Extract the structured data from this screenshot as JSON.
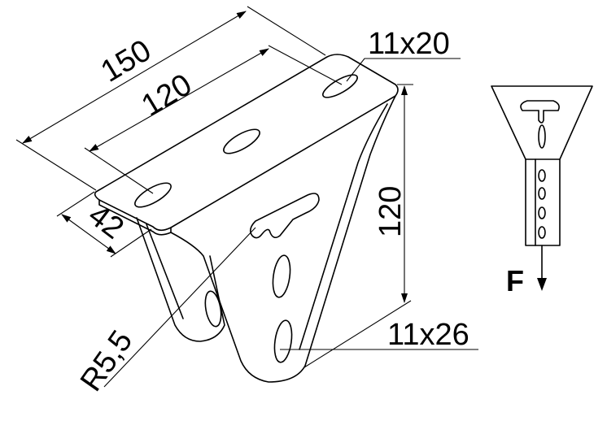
{
  "dimensions": {
    "length_overall": "150",
    "hole_spacing": "120",
    "height": "120",
    "depth": "42",
    "top_slot": "11x20",
    "side_slot": "11x26",
    "radius": "R5,5"
  },
  "load_label": "F",
  "icons": [
    "bracket-drawing",
    "side-view-drawing",
    "force-arrow-icon"
  ]
}
